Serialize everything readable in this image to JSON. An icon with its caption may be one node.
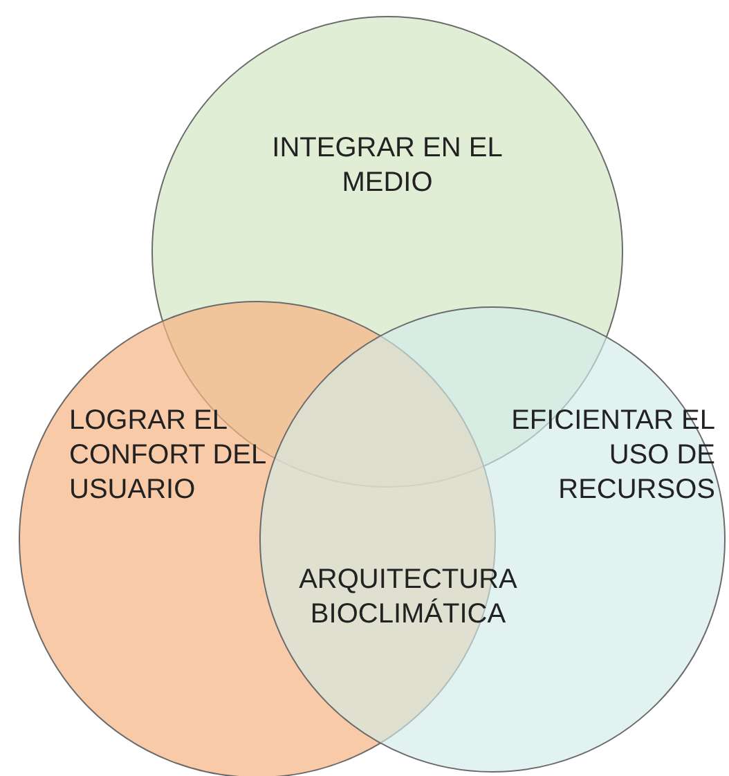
{
  "diagram": {
    "nodes": [
      {
        "text": [
          "INTEGRAR EN EL MEDIO"
        ]
      },
      {
        "text": [
          "LOGRAR EL CONFORT DEL USUARIO"
        ]
      },
      {
        "text": [
          "EFICIENTAR EL USO DE RECURSOS"
        ]
      }
    ],
    "labels": [
      "ARQUITECTURA BIOCLIMÁTICA"
    ]
  }
}
